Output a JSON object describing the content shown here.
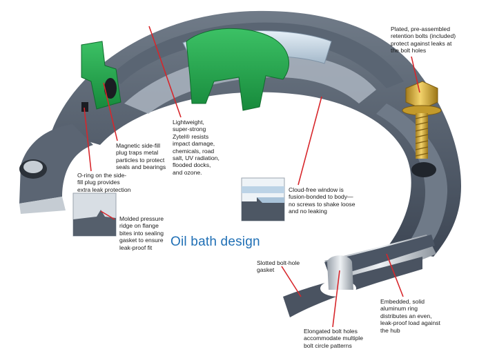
{
  "title": "Oil bath design",
  "colors": {
    "accent_title": "#1f6fb5",
    "leader_line": "#d7262b",
    "housing_dark": "#4b5664",
    "housing_light": "#8c96a3",
    "plug_green": "#20a34a",
    "bolt_gold": "#d9b23a",
    "window_blue": "#cfe3f3"
  },
  "callouts": {
    "retention_bolts": "Plated, pre-assembled\nretention bolts (included)\nprotect against leaks at\nthe bolt holes",
    "zytel": "Lightweight,\nsuper-strong\nZytel® resists\nimpact damage,\nchemicals, road\nsalt, UV radiation,\nflooded docks,\nand ozone.",
    "magnetic_plug": "Magnetic side-fill\nplug traps metal\nparticles to protect\nseals and bearings",
    "o_ring": "O-ring on the side-\nfill plug provides\nextra leak protection",
    "cloud_free_window": "Cloud-free window is\nfusion-bonded to body—\nno screws to shake loose\nand no leaking",
    "pressure_ridge": "Molded pressure\nridge on flange\nbites into sealing\ngasket to ensure\nleak-proof fit",
    "slotted_gasket": "Slotted bolt-hole\ngasket",
    "aluminum_ring": "Embedded, solid\naluminum ring\ndistributes an even,\nleak-proof load against\nthe hub",
    "elongated_holes": "Elongated bolt holes\naccommodate multiple\nbolt circle patterns"
  }
}
